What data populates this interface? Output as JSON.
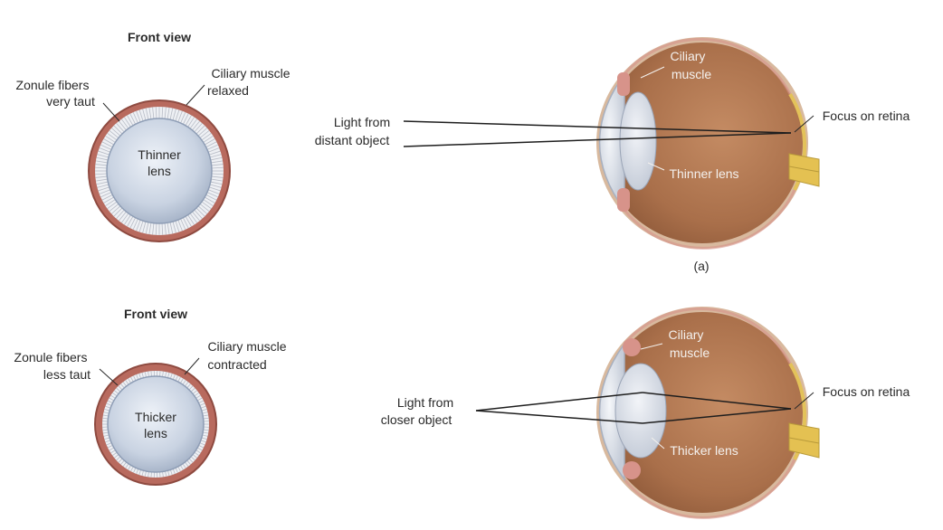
{
  "top": {
    "front_view_title": "Front view",
    "zonule_label": [
      "Zonule fibers",
      "very taut"
    ],
    "muscle_label": [
      "Ciliary muscle",
      "relaxed"
    ],
    "lens_label": [
      "Thinner",
      "lens"
    ],
    "light_label": [
      "Light from",
      "distant object"
    ],
    "eye_muscle_label": [
      "Ciliary",
      "muscle"
    ],
    "eye_lens_label": "Thinner lens",
    "focus_label": "Focus on retina",
    "panel_label": "(a)"
  },
  "bottom": {
    "front_view_title": "Front view",
    "zonule_label": [
      "Zonule fibers",
      "less taut"
    ],
    "muscle_label": [
      "Ciliary muscle",
      "contracted"
    ],
    "lens_label": [
      "Thicker",
      "lens"
    ],
    "light_label": [
      "Light from",
      "closer object"
    ],
    "eye_muscle_label": [
      "Ciliary",
      "muscle"
    ],
    "eye_lens_label": "Thicker lens",
    "focus_label": "Focus on retina"
  },
  "colors": {
    "ciliary_ring": "#b86a5e",
    "ring_edge": "#8e4a40",
    "zonule_band": "#eef0f4",
    "lens_fill": "#c9d3e2",
    "lens_edge": "#8e9db5",
    "eye_body": "#b07650",
    "eye_sclera": "#c99a78",
    "retina": "#e3c25a",
    "cornea": "#d8dde6",
    "optic_nerve": "#e4c152",
    "muscle_pink": "#d7938a"
  }
}
